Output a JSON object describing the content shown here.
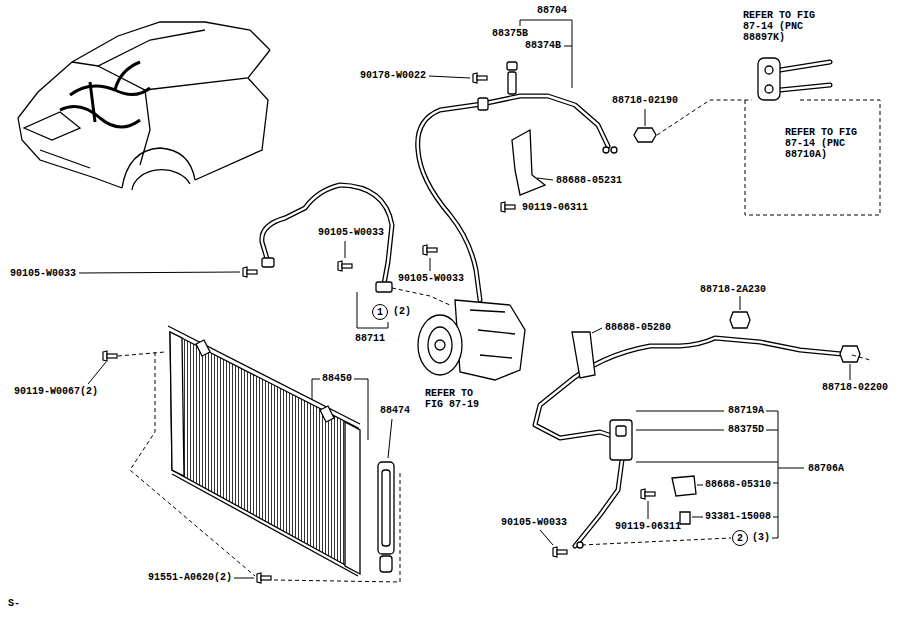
{
  "diagram": {
    "nodes": [
      {
        "text": [
          "1"
        ]
      },
      {
        "text": [
          "2"
        ]
      }
    ],
    "labels": [
      "88704",
      "88375B",
      "88374B",
      "90178-W0022",
      "88718-02190",
      "REFER TO FIG 87-14 (PNC 88897K)",
      "REFER TO FIG 87-14 (PNC 88710A)",
      "88688-05231",
      "90119-06311",
      "90105-W0033",
      "90105-W0033",
      "90105-W0033",
      "(2)",
      "88711",
      "88718-2A230",
      "88688-05280",
      "88718-02200",
      "90119-W0067(2)",
      "88450",
      "88474",
      "REFER TO FIG 87-19",
      "88719A",
      "88375D",
      "88706A",
      "88688-05310",
      "90119-06311",
      "93381-15008",
      "90105-W0033",
      "(3)",
      "91551-A0620(2)",
      "S-"
    ]
  }
}
